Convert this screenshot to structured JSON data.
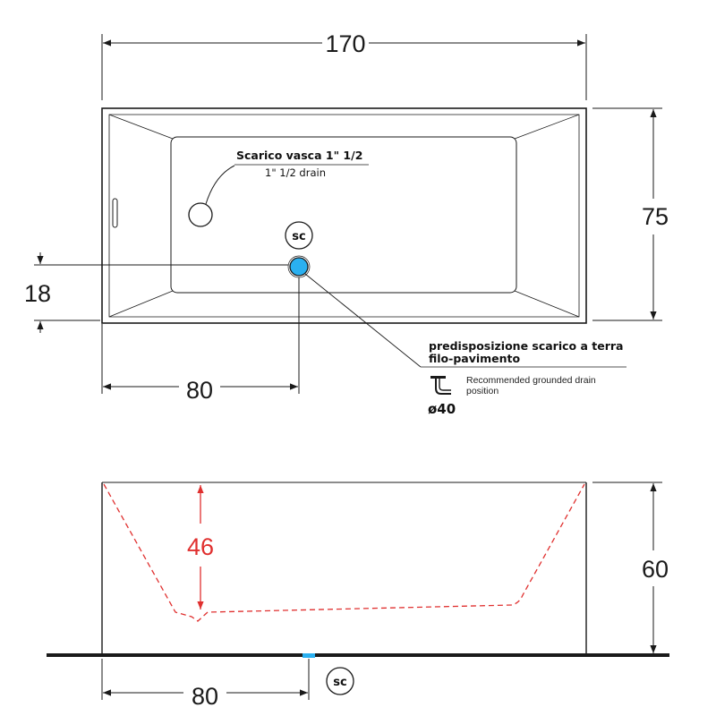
{
  "dimensions": {
    "width": "170",
    "depth": "75",
    "drain_offset_y": "18",
    "drain_offset_x_top": "80",
    "inner_depth": "46",
    "height": "60",
    "drain_offset_x_side": "80"
  },
  "tub_drain": {
    "label_it": "Scarico vasca 1\" 1/2",
    "label_en": "1\" 1/2  drain"
  },
  "floor_drain": {
    "label_it_line1": "predisposizione scarico a terra",
    "label_it_line2": "filo-pavimento",
    "label_en_line1": "Recommended grounded drain",
    "label_en_line2": "position",
    "diameter": "ø40",
    "icon": "floor-drain-icon"
  },
  "markers": {
    "top_view": "sc",
    "side_view": "sc"
  },
  "colors": {
    "line": "#1a1a1a",
    "inner_depth": "#e0302f",
    "drain_fill": "#2ab0f0",
    "floor_drain_mark": "#2ab0f0"
  }
}
